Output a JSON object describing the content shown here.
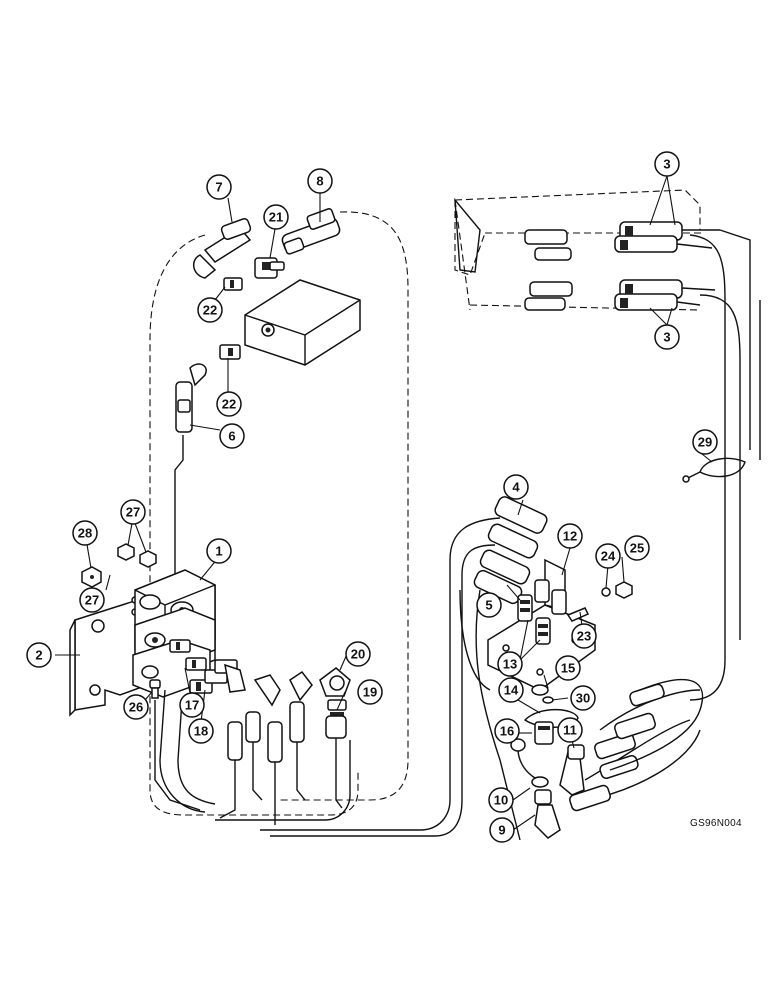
{
  "figure_code": "GS96N004",
  "callouts": [
    "1",
    "2",
    "3",
    "3",
    "4",
    "5",
    "6",
    "7",
    "8",
    "9",
    "10",
    "11",
    "12",
    "13",
    "14",
    "15",
    "16",
    "17",
    "18",
    "19",
    "20",
    "21",
    "22",
    "22",
    "23",
    "24",
    "25",
    "26",
    "27",
    "27",
    "28",
    "29",
    "30"
  ]
}
